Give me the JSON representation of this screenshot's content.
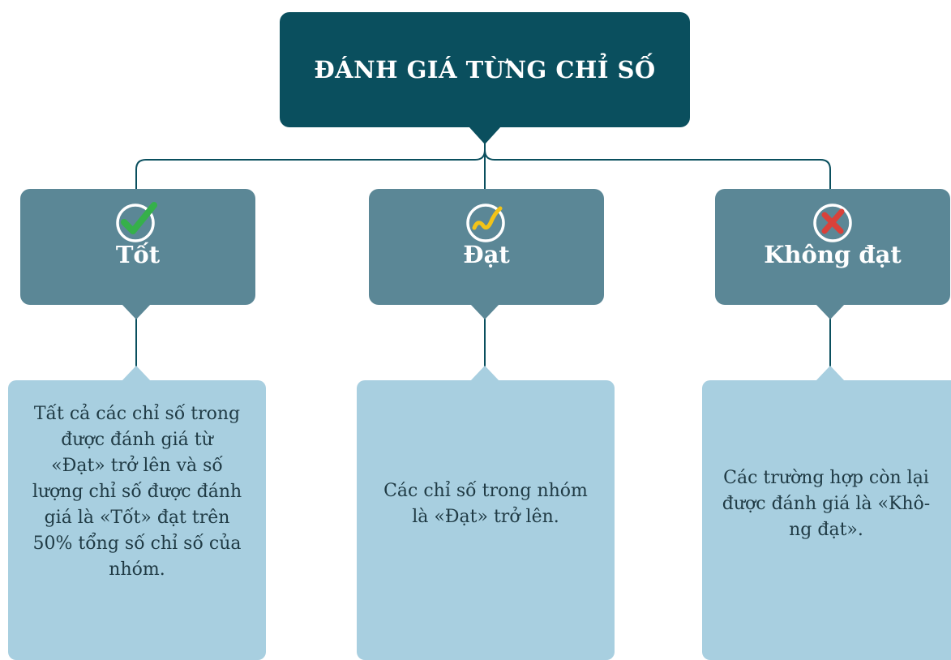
{
  "root": {
    "title": "ĐÁNH GIÁ TỪNG CHỈ SỐ",
    "color": "#0a4f5e"
  },
  "categories": [
    {
      "label": "Tốt",
      "icon": "check-icon",
      "mark_color": "#35b04a",
      "description": "Tất cả các chỉ số trong\nđược đánh giá từ\n«Đạt» trở lên và số\nlượng chỉ số được đánh\ngiá là «Tốt» đạt trên\n50% tổng số chỉ số của\nnhóm."
    },
    {
      "label": "Đạt",
      "icon": "wave-check-icon",
      "mark_color": "#f2c318",
      "description": "Các chỉ số trong nhóm\nlà «Đạt» trở lên."
    },
    {
      "label": "Không đạt",
      "icon": "cross-icon",
      "mark_color": "#d9413a",
      "description": "Các trường hợp còn lại\nđược đánh giá là «Khô-\nng đạt»."
    }
  ],
  "colors": {
    "category_box": "#5b8796",
    "description_box": "#a8cfe0",
    "connector": "#0a4f5e"
  }
}
